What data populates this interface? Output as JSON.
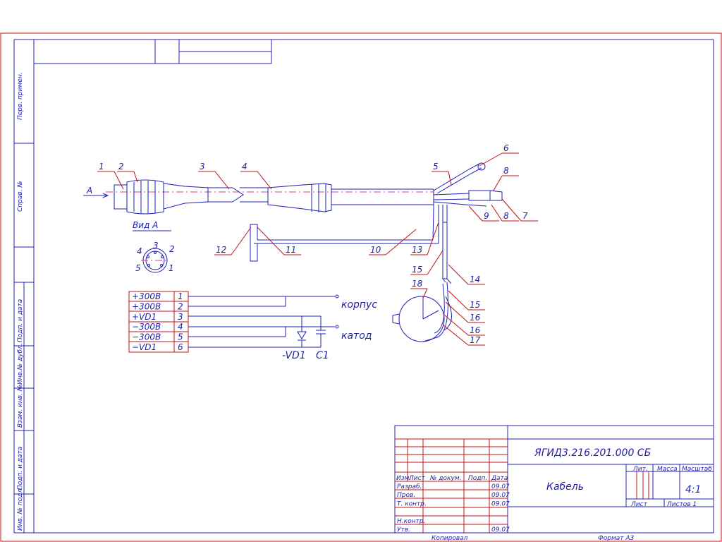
{
  "callouts": [
    "1",
    "2",
    "3",
    "4",
    "5",
    "6",
    "7",
    "8",
    "8",
    "9",
    "10",
    "11",
    "12",
    "13",
    "14",
    "15",
    "15",
    "16",
    "16",
    "17",
    "18"
  ],
  "view_label": "Вид А",
  "arrow_label": "А",
  "connector_pins": [
    "1",
    "2",
    "3",
    "4",
    "5"
  ],
  "wiring_rows": [
    {
      "signal": "+300В",
      "pin": "1"
    },
    {
      "signal": "+300В",
      "pin": "2"
    },
    {
      "signal": "+VD1",
      "pin": "3"
    },
    {
      "signal": "−300В",
      "pin": "4"
    },
    {
      "signal": "−300В",
      "pin": "5"
    },
    {
      "signal": "−VD1",
      "pin": "6"
    }
  ],
  "wiring_labels": {
    "case": "корпус",
    "cathode": "катод",
    "diode": "-VD1",
    "capacitor": "C1"
  },
  "side_stamp": [
    "Перв. примен.",
    "Справ. №",
    "Подп. и дата",
    "Инв.№ дубл.",
    "Взам. инв. №",
    "Подп. и дата",
    "Инв. № подл."
  ],
  "title_block": {
    "designation": "ЯГИД3.216.201.000  СБ",
    "name": "Кабель",
    "col_headers": [
      "Изм.",
      "Лист",
      "№ докум.",
      "Подп.",
      "Дата"
    ],
    "roles": [
      {
        "role": "Разраб.",
        "date": "09.07"
      },
      {
        "role": "Пров.",
        "date": "09.07"
      },
      {
        "role": "Т. контр.",
        "date": "09.07"
      },
      {
        "role": "",
        "date": ""
      },
      {
        "role": "Н.контр.",
        "date": ""
      },
      {
        "role": "Утв.",
        "date": "09.07"
      }
    ],
    "lit_header": "Лит.",
    "mass_header": "Масса",
    "scale_header": "Масштаб",
    "scale": "4:1",
    "sheet_label": "Лист",
    "sheets_label": "Листов 1",
    "copied": "Копировал",
    "format": "Формат   А3"
  }
}
